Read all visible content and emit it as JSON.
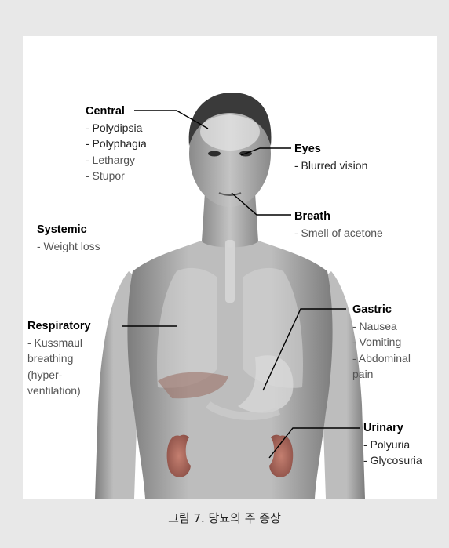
{
  "caption": "그림 7. 당뇨의 주 증상",
  "groups": {
    "central": {
      "title": "Central",
      "items": [
        "- Polydipsia",
        "- Polyphagia",
        "- Lethargy",
        "- Stupor"
      ]
    },
    "eyes": {
      "title": "Eyes",
      "items": [
        "- Blurred vision"
      ]
    },
    "breath": {
      "title": "Breath",
      "items": [
        "- Smell of acetone"
      ]
    },
    "systemic": {
      "title": "Systemic",
      "items": [
        "- Weight loss"
      ]
    },
    "respiratory": {
      "title": "Respiratory",
      "items": [
        "- Kussmaul",
        "breathing",
        "(hyper-",
        "ventilation)"
      ]
    },
    "gastric": {
      "title": "Gastric",
      "items": [
        "- Nausea",
        "- Vomiting",
        "- Abdominal",
        "pain"
      ]
    },
    "urinary": {
      "title": "Urinary",
      "items": [
        "- Polyuria",
        "- Glycosuria"
      ]
    }
  }
}
